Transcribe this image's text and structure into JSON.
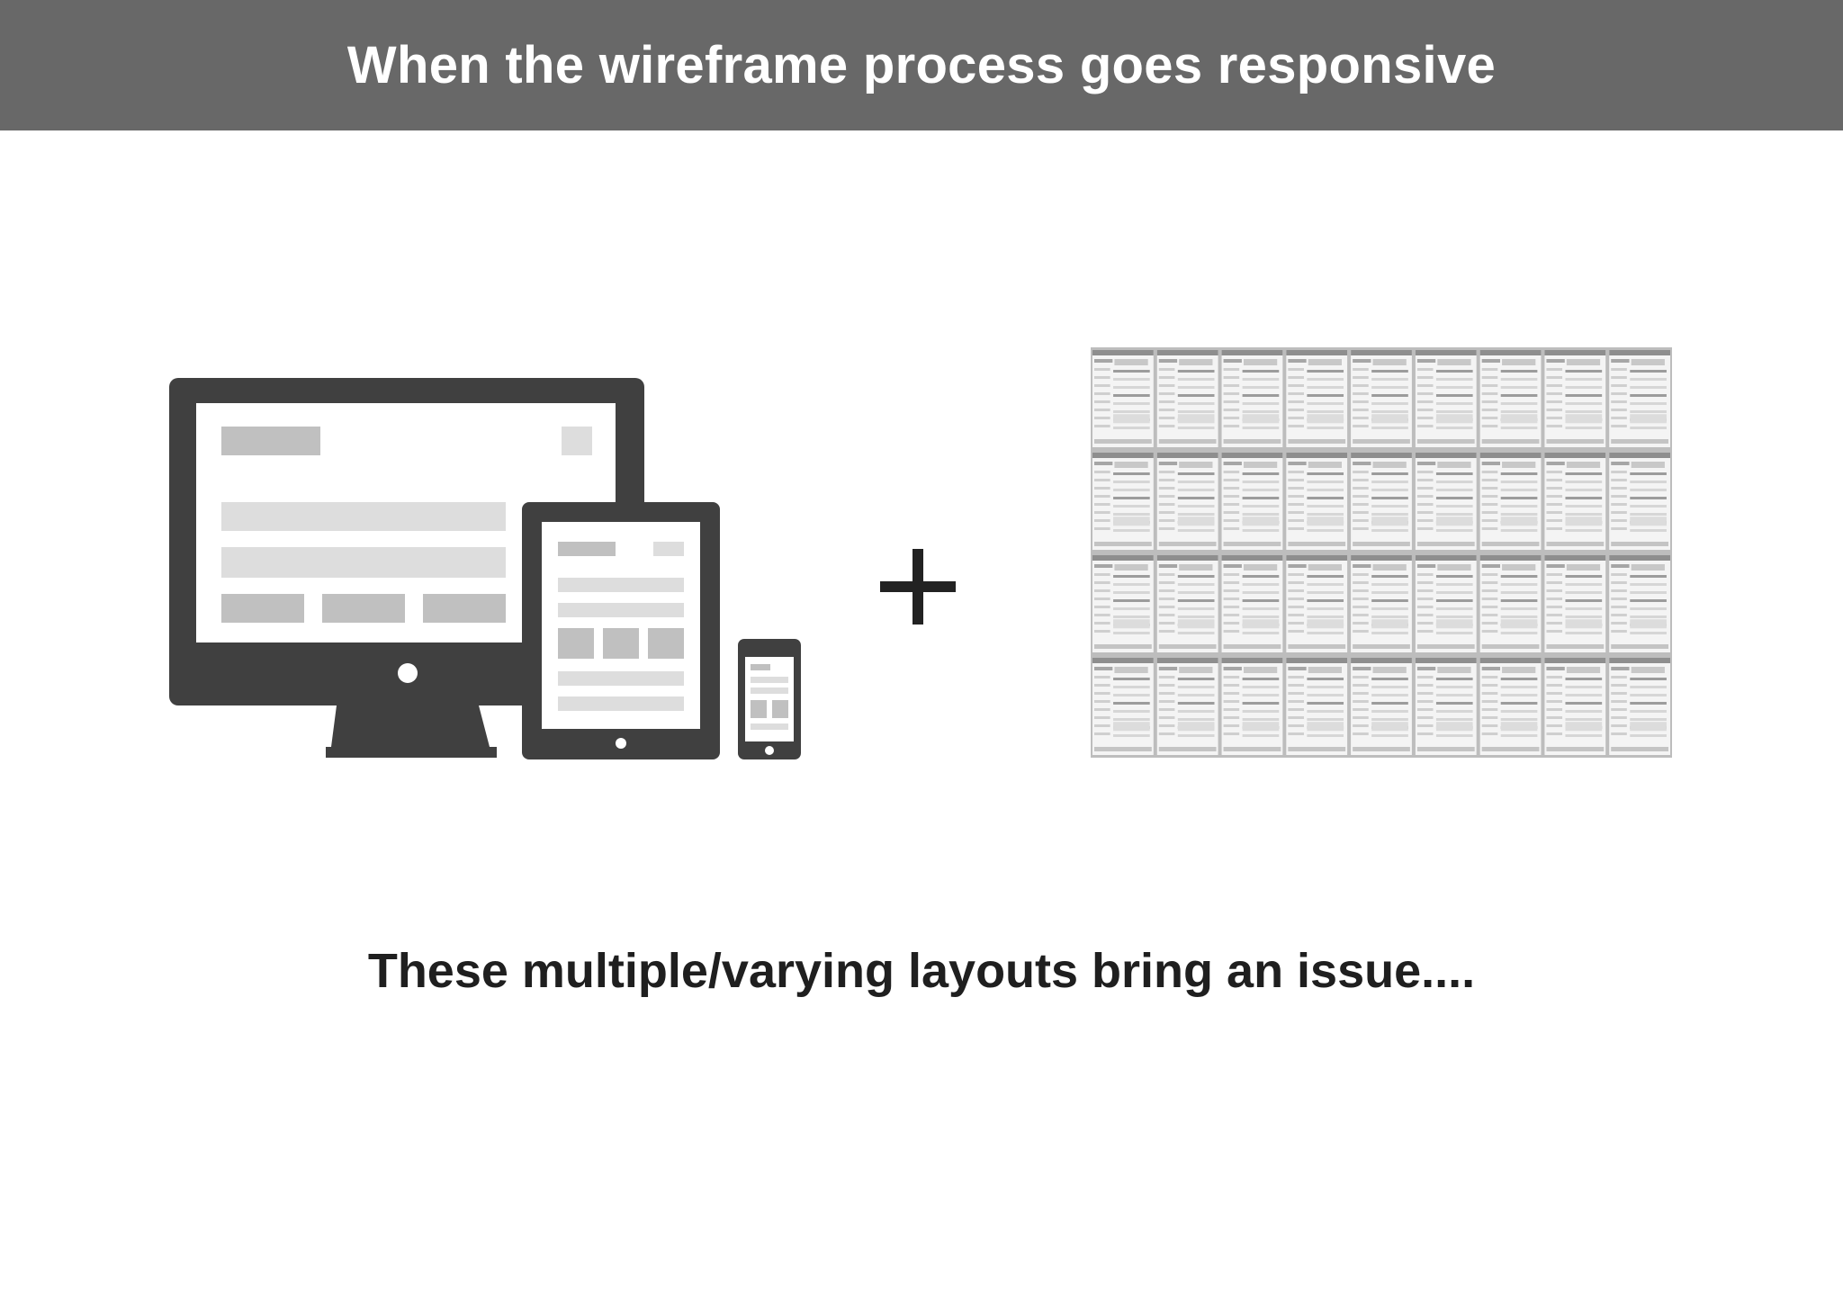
{
  "header": {
    "title": "When the wireframe process goes responsive"
  },
  "caption": {
    "text": "These multiple/varying layouts bring an issue...."
  },
  "colors": {
    "header_bg": "#686868",
    "device_dark": "#404040",
    "wire_mid": "#c0c0c0",
    "wire_light": "#dddddd",
    "text_dark": "#1f1f1f"
  },
  "icons": [
    "responsive-devices-icon",
    "plus-icon",
    "wireframe-collage-image"
  ]
}
